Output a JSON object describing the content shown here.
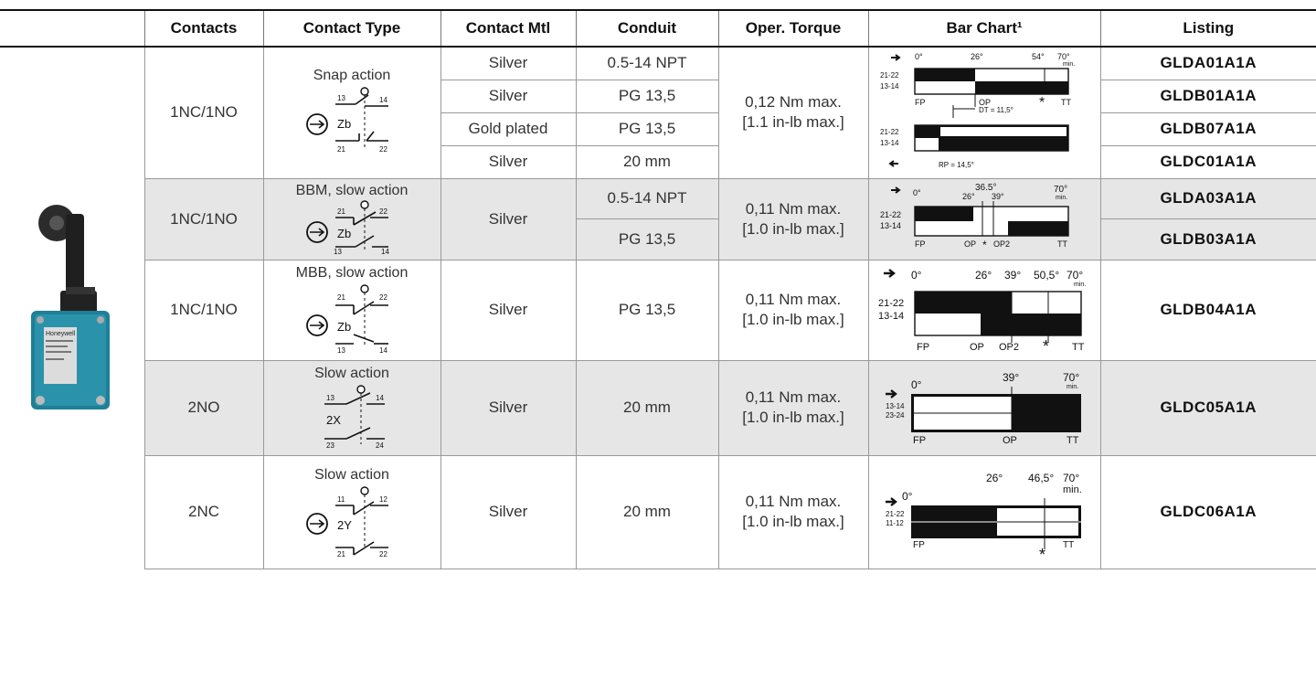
{
  "columns": [
    "Contacts",
    "Contact Type",
    "Contact Mtl",
    "Conduit",
    "Oper. Torque",
    "Bar Chart¹",
    "Listing"
  ],
  "groups": [
    {
      "contacts": "1NC/1NO",
      "contact_type": "Snap action",
      "symbol": {
        "t1": "13",
        "t2": "14",
        "t3": "21",
        "t4": "22",
        "code": "Zb"
      },
      "torque": [
        "0,12 Nm  max.",
        "[1.1 in-lb max.]"
      ],
      "rows": [
        {
          "material": "Silver",
          "conduit": "0.5-14 NPT",
          "listing": "GLDA01A1A"
        },
        {
          "material": "Silver",
          "conduit": "PG 13,5",
          "listing": "GLDB01A1A"
        },
        {
          "material": "Gold plated",
          "conduit": "PG 13,5",
          "listing": "GLDB07A1A"
        },
        {
          "material": "Silver",
          "conduit": "20 mm",
          "listing": "GLDC01A1A"
        }
      ],
      "chart": {
        "angles": [
          "0°",
          "26°",
          "54°",
          "70°"
        ],
        "min": "min.",
        "rows": [
          "21-22",
          "13-14",
          "21-22",
          "13-14"
        ],
        "labels": [
          "FP",
          "OP",
          "TT"
        ],
        "dt": "DT = 11,5°",
        "rp": "RP = 14,5°",
        "star": "*"
      }
    },
    {
      "contacts": "1NC/1NO",
      "contact_type": "BBM, slow action",
      "material": "Silver",
      "symbol": {
        "t1": "21",
        "t2": "22",
        "t3": "13",
        "t4": "14",
        "code": "Zb"
      },
      "torque": [
        "0,11 Nm  max.",
        "[1.0 in-lb max.]"
      ],
      "rows": [
        {
          "conduit": "0.5-14 NPT",
          "listing": "GLDA03A1A"
        },
        {
          "conduit": "PG 13,5",
          "listing": "GLDB03A1A"
        }
      ],
      "chart": {
        "angles": [
          "0°",
          "36.5°",
          "26°",
          "39°",
          "70°"
        ],
        "min": "min.",
        "rows": [
          "21-22",
          "13-14"
        ],
        "labels": [
          "FP",
          "OP",
          "OP2",
          "TT"
        ],
        "star": "*"
      }
    },
    {
      "contacts": "1NC/1NO",
      "contact_type": "MBB, slow action",
      "material": "Silver",
      "conduit": "PG 13,5",
      "listing": "GLDB04A1A",
      "symbol": {
        "t1": "21",
        "t2": "22",
        "t3": "13",
        "t4": "14",
        "code": "Zb"
      },
      "torque": [
        "0,11 Nm  max.",
        "[1.0 in-lb max.]"
      ],
      "chart": {
        "angles": [
          "0°",
          "26°",
          "39°",
          "50,5°",
          "70°"
        ],
        "min": "min.",
        "rows": [
          "21-22",
          "13-14"
        ],
        "labels": [
          "FP",
          "OP",
          "OP2",
          "TT"
        ],
        "star": "*"
      }
    },
    {
      "contacts": "2NO",
      "contact_type": "Slow action",
      "material": "Silver",
      "conduit": "20 mm",
      "listing": "GLDC05A1A",
      "symbol": {
        "t1": "13",
        "t2": "14",
        "t3": "23",
        "t4": "24",
        "code": "2X"
      },
      "torque": [
        "0,11 Nm  max.",
        "[1.0 in-lb max.]"
      ],
      "chart": {
        "angles": [
          "0°",
          "39°",
          "70°"
        ],
        "min": "min.",
        "rows": [
          "13-14",
          "23-24"
        ],
        "labels": [
          "FP",
          "OP",
          "TT"
        ]
      }
    },
    {
      "contacts": "2NC",
      "contact_type": "Slow action",
      "material": "Silver",
      "conduit": "20 mm",
      "listing": "GLDC06A1A",
      "symbol": {
        "t1": "11",
        "t2": "12",
        "t3": "21",
        "t4": "22",
        "code": "2Y"
      },
      "torque": [
        "0,11 Nm  max.",
        "[1.0 in-lb max.]"
      ],
      "chart": {
        "angles": [
          "0°",
          "26°",
          "46,5°",
          "70°"
        ],
        "min": "min.",
        "rows": [
          "21-22",
          "11-12"
        ],
        "labels": [
          "FP",
          "TT"
        ],
        "star": "*"
      }
    }
  ],
  "product_image": {
    "brand": "Honeywell"
  }
}
